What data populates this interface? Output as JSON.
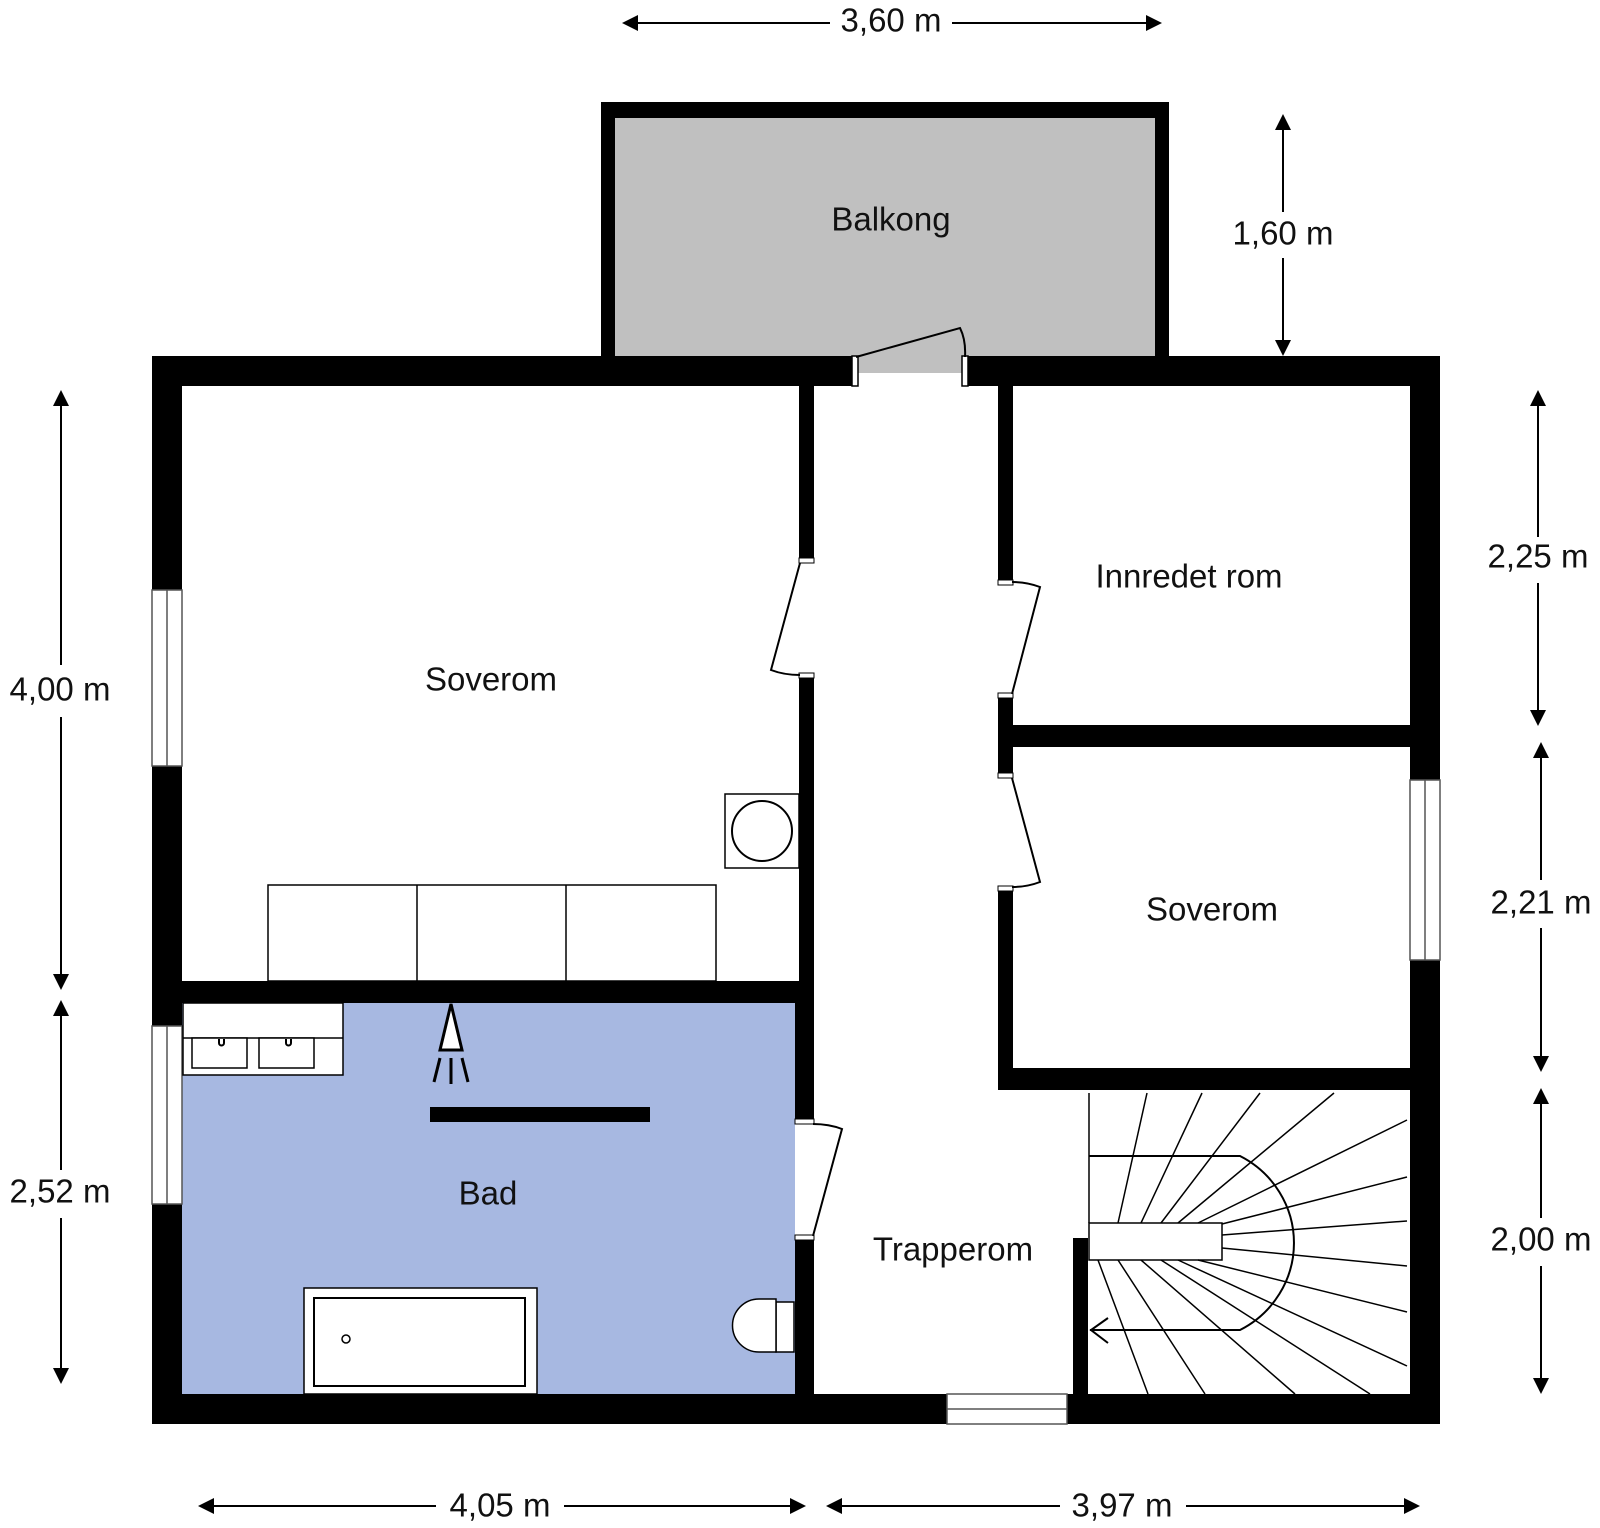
{
  "rooms": {
    "balkong": "Balkong",
    "soverom_main": "Soverom",
    "innredet_rom": "Innredet rom",
    "soverom_small": "Soverom",
    "bad": "Bad",
    "trapperom": "Trapperom"
  },
  "dimensions": {
    "top_balkong_width": "3,60 m",
    "balkong_depth": "1,60 m",
    "left_upper": "4,00 m",
    "left_lower": "2,52 m",
    "right_upper": "2,25 m",
    "right_middle": "2,21 m",
    "right_lower": "2,00 m",
    "bottom_left": "4,05 m",
    "bottom_right": "3,97 m"
  },
  "colors": {
    "wall": "#000000",
    "balkong_fill": "#c0c0c0",
    "bad_fill": "#a7b8e1",
    "background": "#ffffff"
  }
}
